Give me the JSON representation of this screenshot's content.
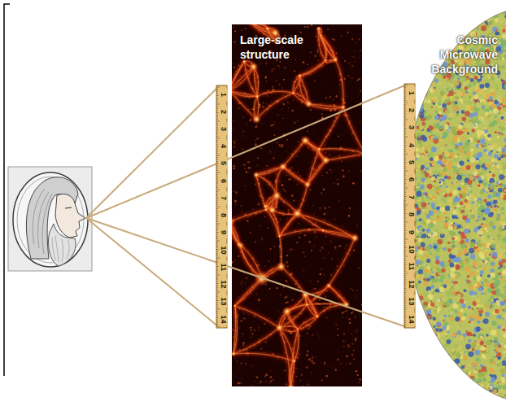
{
  "diagram": {
    "nodes": [
      {
        "text": [
          "Large-scale structure"
        ]
      },
      {
        "text": [
          "Cosmic Microwave Background"
        ]
      }
    ],
    "labels": [
      "1",
      "2",
      "3",
      "4",
      "5",
      "6",
      "7",
      "8",
      "9",
      "10",
      "11",
      "12",
      "13",
      "14",
      "1",
      "2",
      "3",
      "4",
      "5",
      "6",
      "7",
      "8",
      "9",
      "10",
      "11",
      "12",
      "13",
      "14"
    ]
  }
}
